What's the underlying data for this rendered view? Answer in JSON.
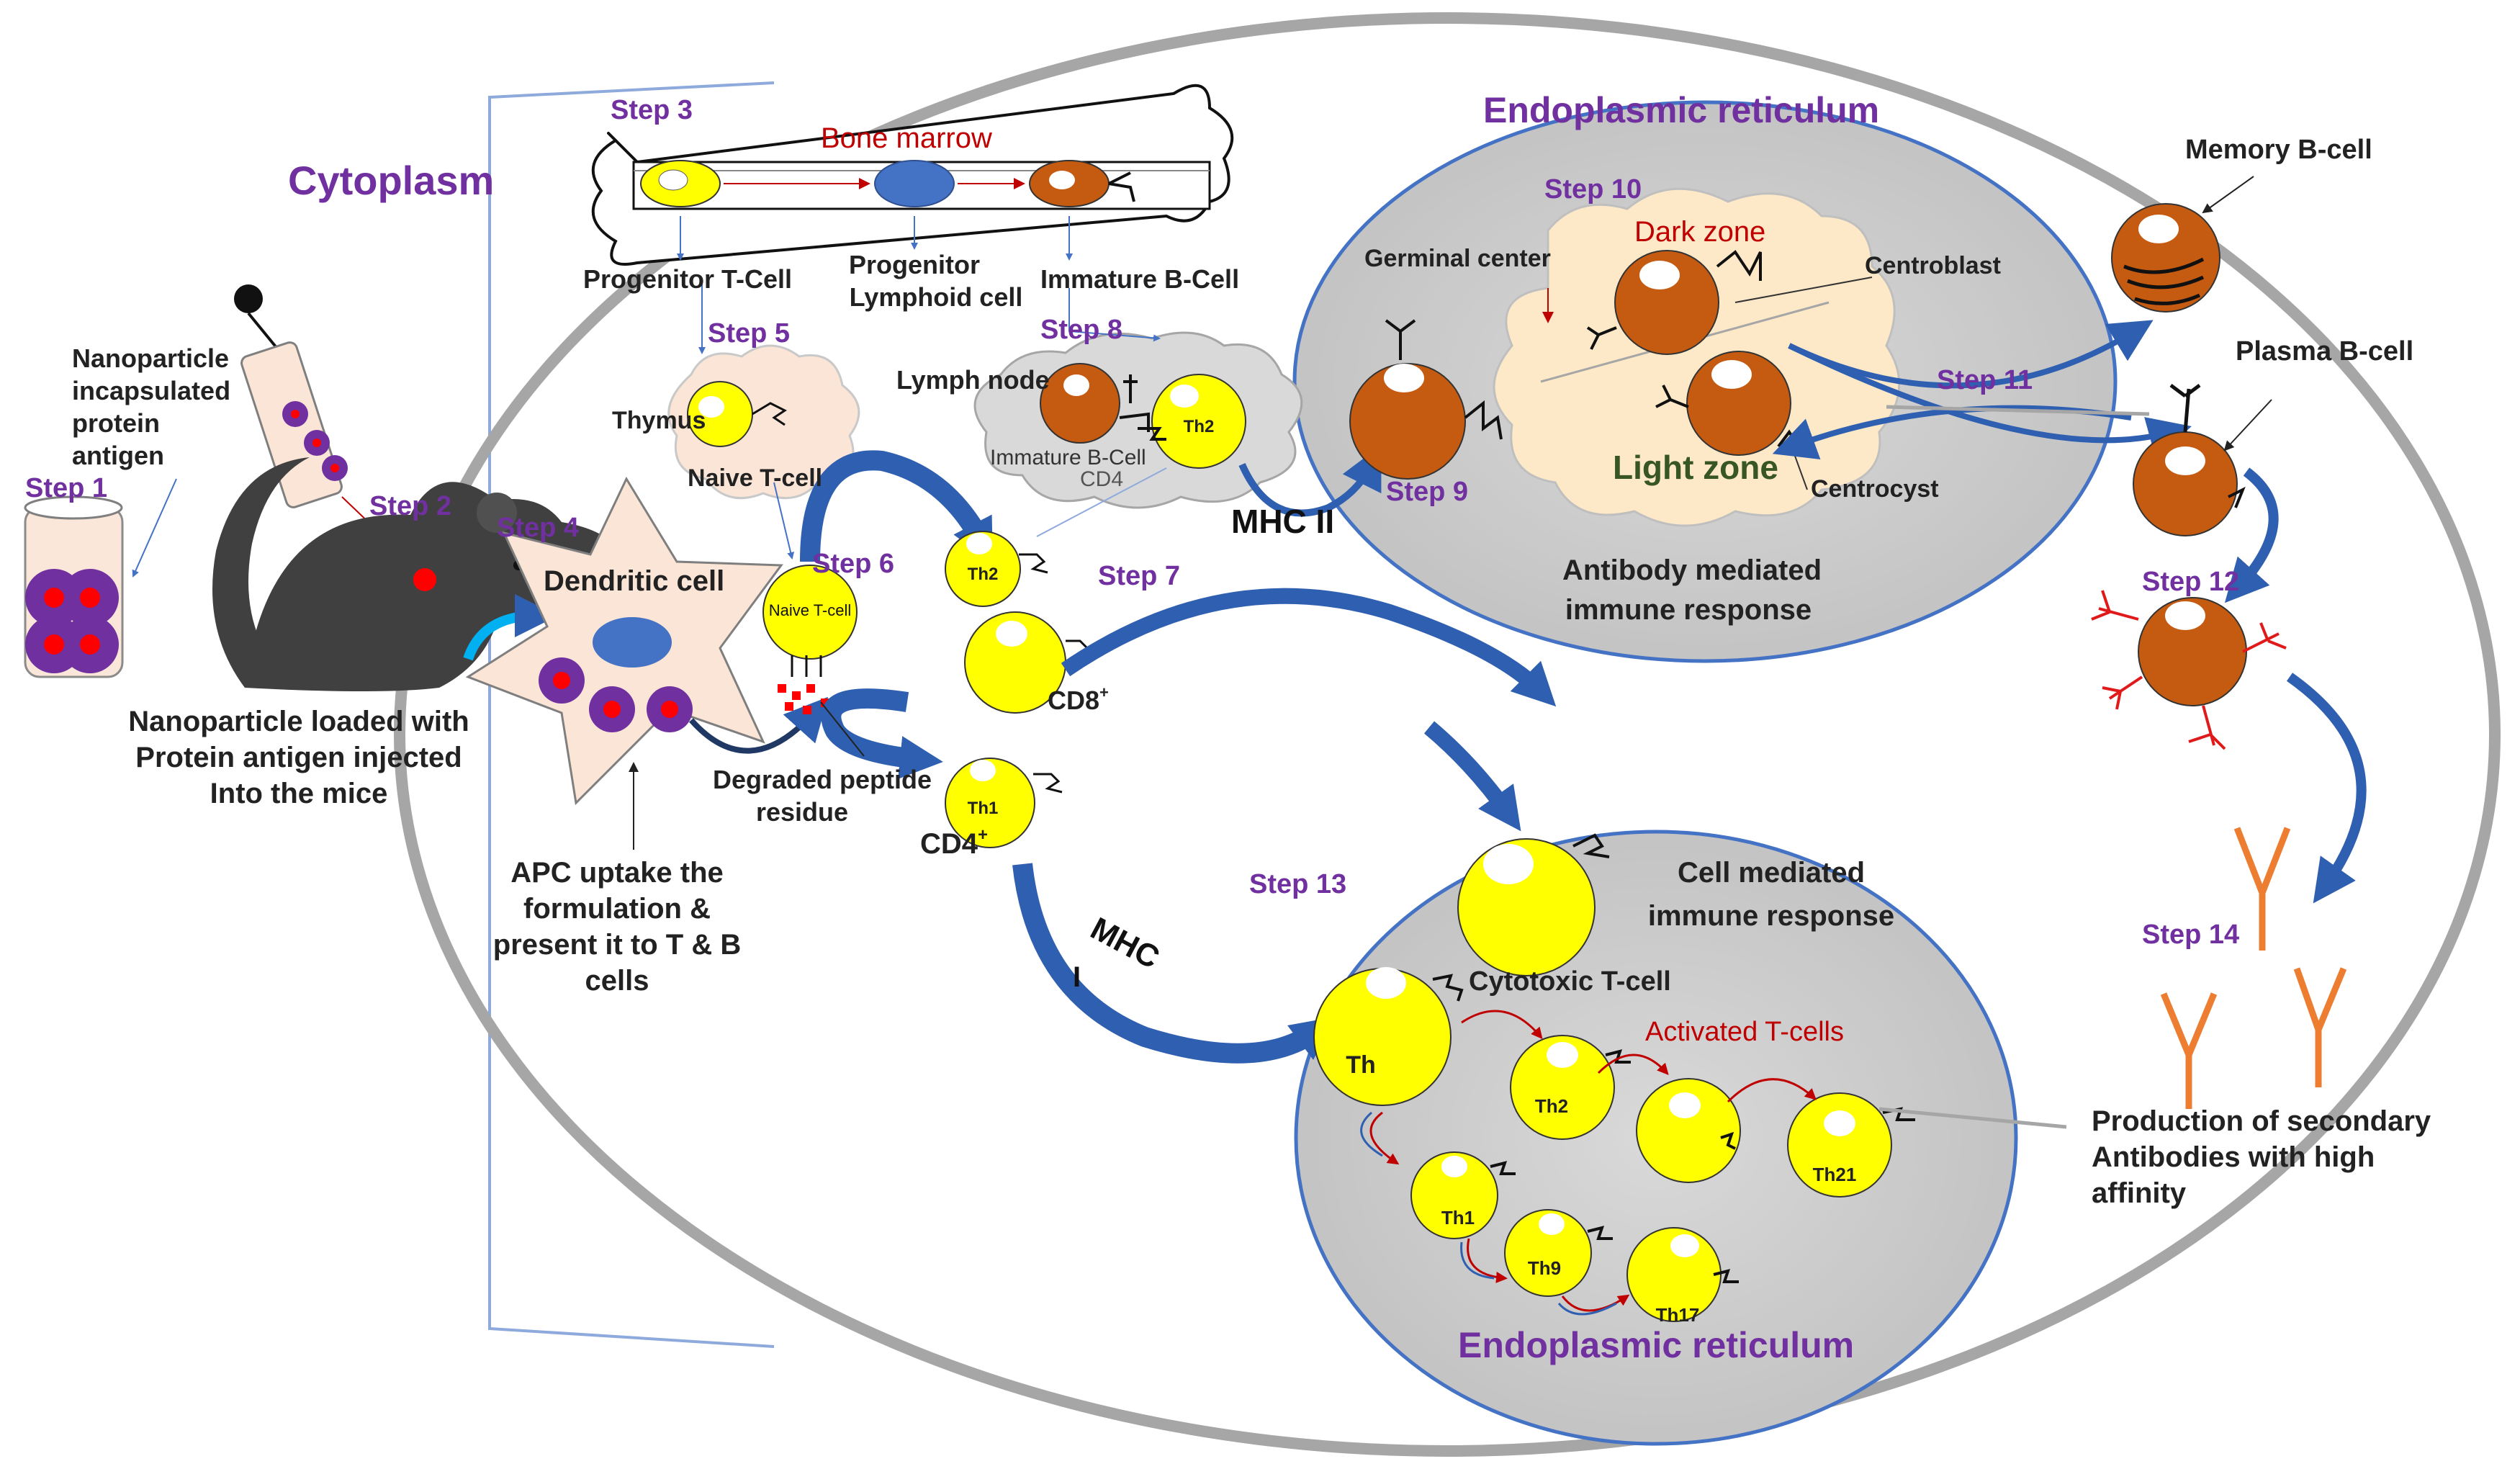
{
  "steps": {
    "s1": "Step 1",
    "s2": "Step 2",
    "s3": "Step 3",
    "s4": "Step 4",
    "s5": "Step 5",
    "s6": "Step 6",
    "s7": "Step 7",
    "s8": "Step 8",
    "s9": "Step 9",
    "s10": "Step 10",
    "s11": "Step 11",
    "s12": "Step 12",
    "s13": "Step 13",
    "s14": "Step 14"
  },
  "regions": {
    "cytoplasm": "Cytoplasm",
    "er_top": "Endoplasmic reticulum",
    "er_bottom": "Endoplasmic reticulum"
  },
  "labels": {
    "nanoparticle": [
      "Nanoparticle",
      "incapsulated",
      "protein",
      "antigen"
    ],
    "injected": [
      "Nanoparticle loaded with",
      "Protein antigen injected",
      "Into the mice"
    ],
    "apc": [
      "APC uptake the",
      "formulation &",
      "present it to T & B",
      "cells"
    ],
    "bone_marrow": "Bone marrow",
    "progenitor_t": "Progenitor T-Cell",
    "progenitor_lymphoid": [
      "Progenitor",
      "Lymphoid cell"
    ],
    "immature_b_top": "Immature B-Cell",
    "thymus": "Thymus",
    "naive_t": "Naive T-cell",
    "lymph_node": "Lymph node",
    "immature_b_node": "Immature B-Cell",
    "cd4_node": "CD4",
    "dendritic": "Dendritic cell",
    "naive_t_small": "Naive T-cell",
    "degraded": [
      "Degraded peptide",
      "residue"
    ],
    "cd8": "CD8",
    "cd8_sup": "+",
    "cd4": "CD4",
    "cd4_sup": "+",
    "mhc_ii": "MHC II",
    "mhc": "MHC",
    "mhc_i": "I",
    "germinal": "Germinal center",
    "dark_zone": "Dark zone",
    "centroblast": "Centroblast",
    "light_zone": "Light zone",
    "centrocyst": "Centrocyst",
    "antibody_response": [
      "Antibody mediated",
      "immune response"
    ],
    "memory_b": "Memory B-cell",
    "plasma_b": "Plasma B-cell",
    "cell_mediated": [
      "Cell mediated",
      "immune response"
    ],
    "cytotoxic": "Cytotoxic T-cell",
    "activated": "Activated T-cells",
    "secondary": [
      "Production  of secondary",
      "Antibodies with high",
      "affinity"
    ]
  },
  "cells": {
    "th2_lymph": "Th2",
    "th2_mid": "Th2",
    "th1_mid": "Th1",
    "th_big": "Th",
    "th2_low": "Th2",
    "th21": "Th21",
    "th1_low": "Th1",
    "th9": "Th9",
    "th17": "Th17"
  },
  "colors": {
    "t_cell": "#ffff00",
    "b_cell": "#c55a11",
    "arrow_blue": "#4472c4",
    "title_purple": "#7030a0",
    "mouse": "#404040",
    "antibody": "#ed7d31",
    "antibody_red": "#e01a1a"
  }
}
